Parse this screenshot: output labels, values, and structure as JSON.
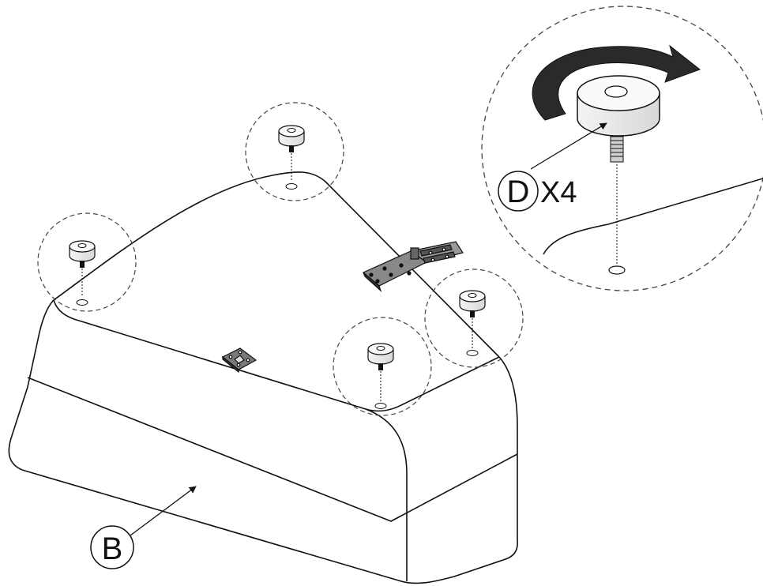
{
  "callouts": {
    "part_b": {
      "letter": "B"
    },
    "part_d": {
      "letter": "D",
      "quantity": "X4"
    }
  },
  "rotation_direction": "clockwise",
  "colors": {
    "line": "#111111",
    "background": "#ffffff",
    "dashed": "#444444",
    "arrow_fill": "#2a2a2a"
  }
}
